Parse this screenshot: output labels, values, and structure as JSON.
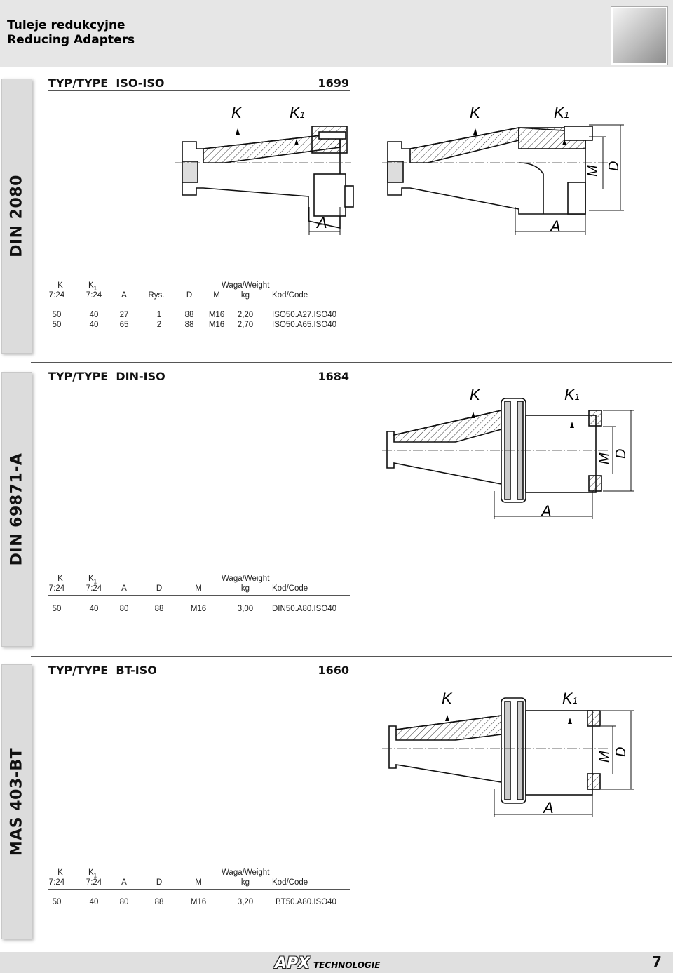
{
  "header": {
    "title_pl": "Tuleje redukcyjne",
    "title_en": "Reducing Adapters"
  },
  "columns": {
    "k": "K",
    "k1": "K",
    "k1_sub": "1",
    "ratio": "7:24",
    "a": "A",
    "rys": "Rys.",
    "d": "D",
    "m": "M",
    "weight": "Waga/Weight",
    "kg": "kg",
    "code": "Kod/Code"
  },
  "sections": [
    {
      "sidebar": "DIN 2080",
      "type_label": "TYP/TYPE",
      "type": "ISO-ISO",
      "number": "1699",
      "rows": [
        {
          "k": "50",
          "k1": "40",
          "a": "27",
          "rys": "1",
          "d": "88",
          "m": "M16",
          "weight": "2,20",
          "code": "ISO50.A27.ISO40"
        },
        {
          "k": "50",
          "k1": "40",
          "a": "65",
          "rys": "2",
          "d": "88",
          "m": "M16",
          "weight": "2,70",
          "code": "ISO50.A65.ISO40"
        }
      ]
    },
    {
      "sidebar": "DIN 69871-A",
      "type_label": "TYP/TYPE",
      "type": "DIN-ISO",
      "number": "1684",
      "rows": [
        {
          "k": "50",
          "k1": "40",
          "a": "80",
          "d": "88",
          "m": "M16",
          "weight": "3,00",
          "code": "DIN50.A80.ISO40"
        }
      ]
    },
    {
      "sidebar": "MAS 403-BT",
      "type_label": "TYP/TYPE",
      "type": "BT-ISO",
      "number": "1660",
      "rows": [
        {
          "k": "50",
          "k1": "40",
          "a": "80",
          "d": "88",
          "m": "M16",
          "weight": "3,20",
          "code": "BT50.A80.ISO40"
        }
      ]
    }
  ],
  "drawing_labels": {
    "k": "K",
    "k1": "K",
    "k1_sub": "1",
    "a": "A",
    "m": "M",
    "d": "D"
  },
  "footer": {
    "logo": "APX",
    "logo_sub": "TECHNOLOGIE",
    "page": "7"
  }
}
